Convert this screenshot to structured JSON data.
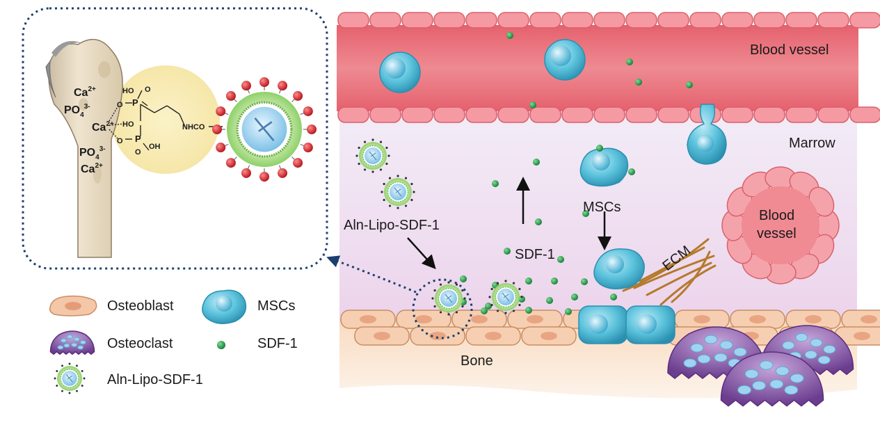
{
  "colors": {
    "vessel": "#e9737c",
    "vessel_light": "#f4a8ae",
    "marrow_top": "#f1e9f6",
    "marrow_bottom": "#efd4ec",
    "bone": "#f8dcc0",
    "msc": "#5bc2dc",
    "msc_dark": "#2a8fb0",
    "sdf": "#1f9a4a",
    "osteoblast": "#f3c7a8",
    "osteoclast": "#8a5aa6",
    "lipo_shell": "#a7dc7a",
    "lipo_core": "#9fd3ef",
    "alendronate_red": "#d8242c",
    "inset_border": "#1d3f6e",
    "chem_bg": "#f9ecb8"
  },
  "labels": {
    "blood_vessel_top": "Blood vessel",
    "marrow": "Marrow",
    "blood_vessel_right": [
      "Blood",
      "vessel"
    ],
    "mscs": "MSCs",
    "sdf1": "SDF-1",
    "aln_lipo": "Aln-Lipo-SDF-1",
    "ecm": "ECM",
    "bone": "Bone"
  },
  "legend": [
    {
      "icon": "osteoblast-icon",
      "label": "Osteoblast"
    },
    {
      "icon": "msc-icon",
      "label": "MSCs"
    },
    {
      "icon": "osteoclast-icon",
      "label": "Osteoclast"
    },
    {
      "icon": "sdf1-dot-icon",
      "label": "SDF-1"
    },
    {
      "icon": "aln-lipo-icon",
      "label": "Aln-Lipo-SDF-1"
    }
  ],
  "chem": {
    "ca_top": "Ca",
    "ca_sup": "2+",
    "po4": "PO",
    "po4_sub": "4",
    "po4_sup": "3-",
    "ca_mid": "Ca",
    "ca_mid_sup": "2+",
    "po4_b": "PO",
    "po4_b_sub": "4",
    "po4_b_sup": "3-",
    "ca_bot": "Ca",
    "ca_bot_sup": "2+",
    "ho1": "HO",
    "p1": "P",
    "o1": "O",
    "o_left1": "O",
    "ho2": "HO",
    "p2": "P",
    "o2": "O",
    "o_left2": "O",
    "oh": "OH",
    "nhco": "NHCO"
  }
}
